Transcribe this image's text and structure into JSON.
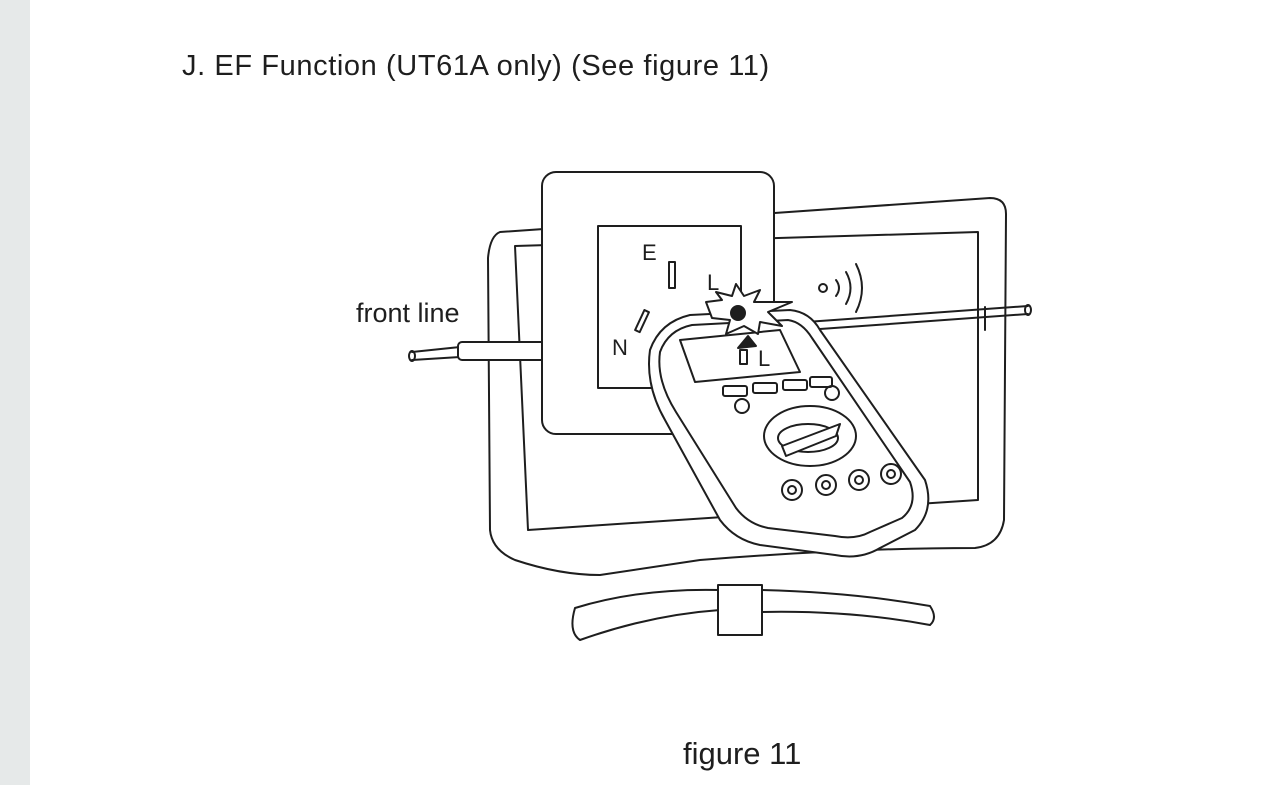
{
  "section": {
    "heading": "J. EF Function (UT61A only) (See figure 11)"
  },
  "figure": {
    "callout_label": "front line",
    "socket_letters": {
      "earth": "E",
      "live": "L",
      "neutral": "N"
    },
    "meter_display": "L",
    "caption": "figure 11"
  }
}
